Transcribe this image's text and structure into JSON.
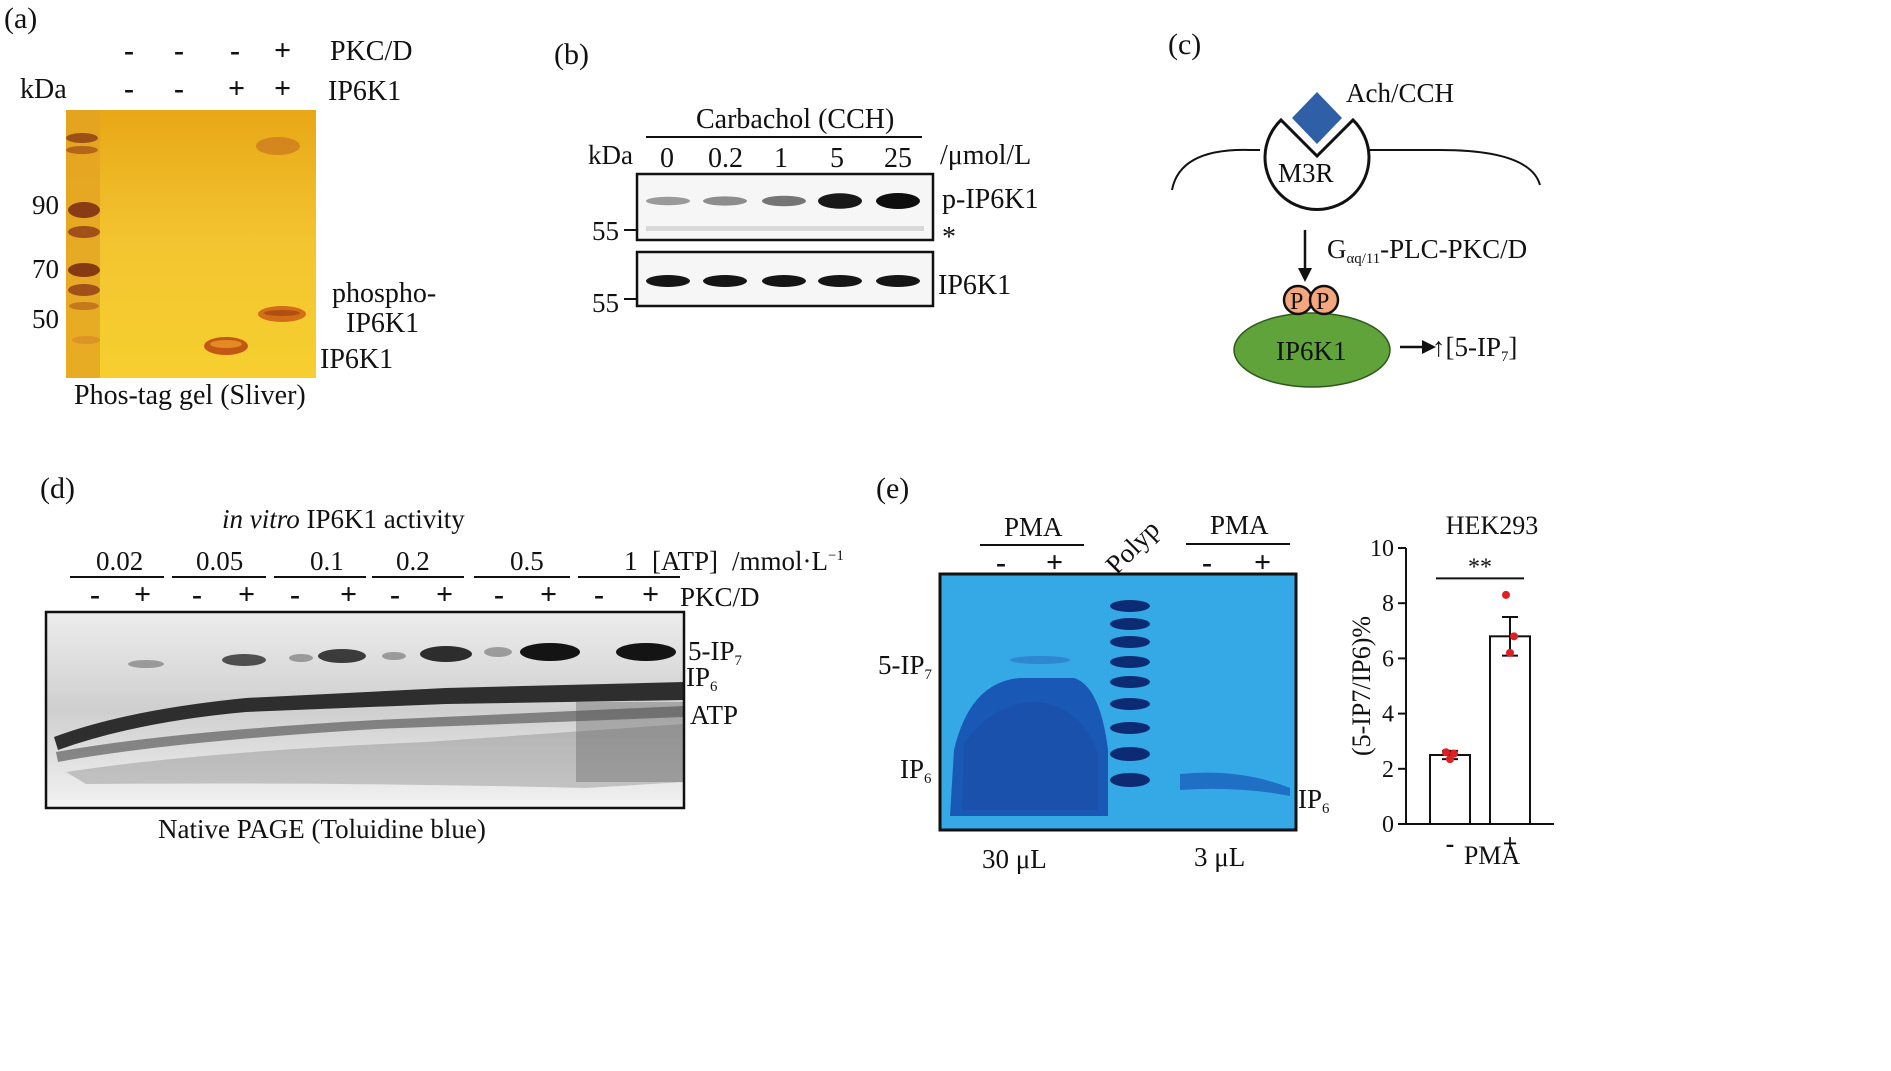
{
  "panel_a": {
    "label": "(a)",
    "kda": "kDa",
    "row1_signs": [
      "-",
      "-",
      "-",
      "+"
    ],
    "row1_label": "PKC/D",
    "row2_signs": [
      "-",
      "-",
      "+",
      "+"
    ],
    "row2_label": "IP6K1",
    "markers": [
      "90",
      "70",
      "50"
    ],
    "band_label_phospho_1": "phospho-",
    "band_label_phospho_2": "IP6K1",
    "band_label_ip6k1": "IP6K1",
    "caption": "Phos-tag gel (Sliver)"
  },
  "panel_b": {
    "label": "(b)",
    "treatment": "Carbachol (CCH)",
    "kda": "kDa",
    "doses": [
      "0",
      "0.2",
      "1",
      "5",
      "25"
    ],
    "unit": "/μmol/L",
    "marker_top": "55",
    "marker_bottom": "55",
    "label_p": "p-IP6K1",
    "label_star": "*",
    "label_total": "IP6K1",
    "p_band_intensity": [
      0.25,
      0.32,
      0.45,
      0.95,
      1.0
    ]
  },
  "panel_c": {
    "label": "(c)",
    "ligand": "Ach/CCH",
    "receptor": "M3R",
    "pathway_g": "G",
    "pathway_sub": "αq/11",
    "pathway_rest": "-PLC-PKC/D",
    "phospho_1": "P",
    "phospho_2": "P",
    "enzyme": "IP6K1",
    "product_pre": "↑[5-IP",
    "product_sub": "7",
    "product_post": "]",
    "colors": {
      "ligand": "#2f5fa7",
      "enzyme": "#5fa33a",
      "phospho": "#f4a77c"
    }
  },
  "panel_d": {
    "label": "(d)",
    "title_italic": "in vitro",
    "title_rest": " IP6K1 activity",
    "atp_values": [
      "0.02",
      "0.05",
      "0.1",
      "0.2",
      "0.5",
      "1"
    ],
    "atp_label": "[ATP]",
    "atp_unit": "/mmol·L",
    "atp_unit_sup": "−1",
    "pkc_signs": [
      "-",
      "+",
      "-",
      "+",
      "-",
      "+",
      "-",
      "+",
      "-",
      "+",
      "-",
      "+"
    ],
    "pkc_label": "PKC/D",
    "band_5ip7_main": "5-IP",
    "band_5ip7_sub": "7",
    "band_ip6_main": "IP",
    "band_ip6_sub": "6",
    "band_atp": "ATP",
    "caption": "Native PAGE (Toluidine blue)"
  },
  "panel_e": {
    "label": "(e)",
    "pma_left": "PMA",
    "pma_right": "PMA",
    "signs_left": [
      "-",
      "+"
    ],
    "signs_right": [
      "-",
      "+"
    ],
    "polyp": "Polyp",
    "band_5ip7_main": "5-IP",
    "band_5ip7_sub": "7",
    "band_ip6_main": "IP",
    "band_ip6_sub": "6",
    "band_ip6_right_main": "IP",
    "band_ip6_right_sub": "6",
    "vol_left": "30 μL",
    "vol_right": "3 μL"
  },
  "chart_data": {
    "type": "bar",
    "title": "HEK293",
    "xlabel": "PMA",
    "ylabel": "(5-IP7/IP6)%",
    "categories": [
      "-",
      "+"
    ],
    "values": [
      2.5,
      6.8
    ],
    "error": [
      0.15,
      0.7
    ],
    "points": [
      [
        2.6,
        2.35,
        2.55
      ],
      [
        8.3,
        6.2,
        6.8
      ]
    ],
    "ylim": [
      0,
      10
    ],
    "yticks": [
      "0",
      "2",
      "4",
      "6",
      "8",
      "10"
    ],
    "significance": "**",
    "grid": false,
    "point_color": "#e02020"
  }
}
